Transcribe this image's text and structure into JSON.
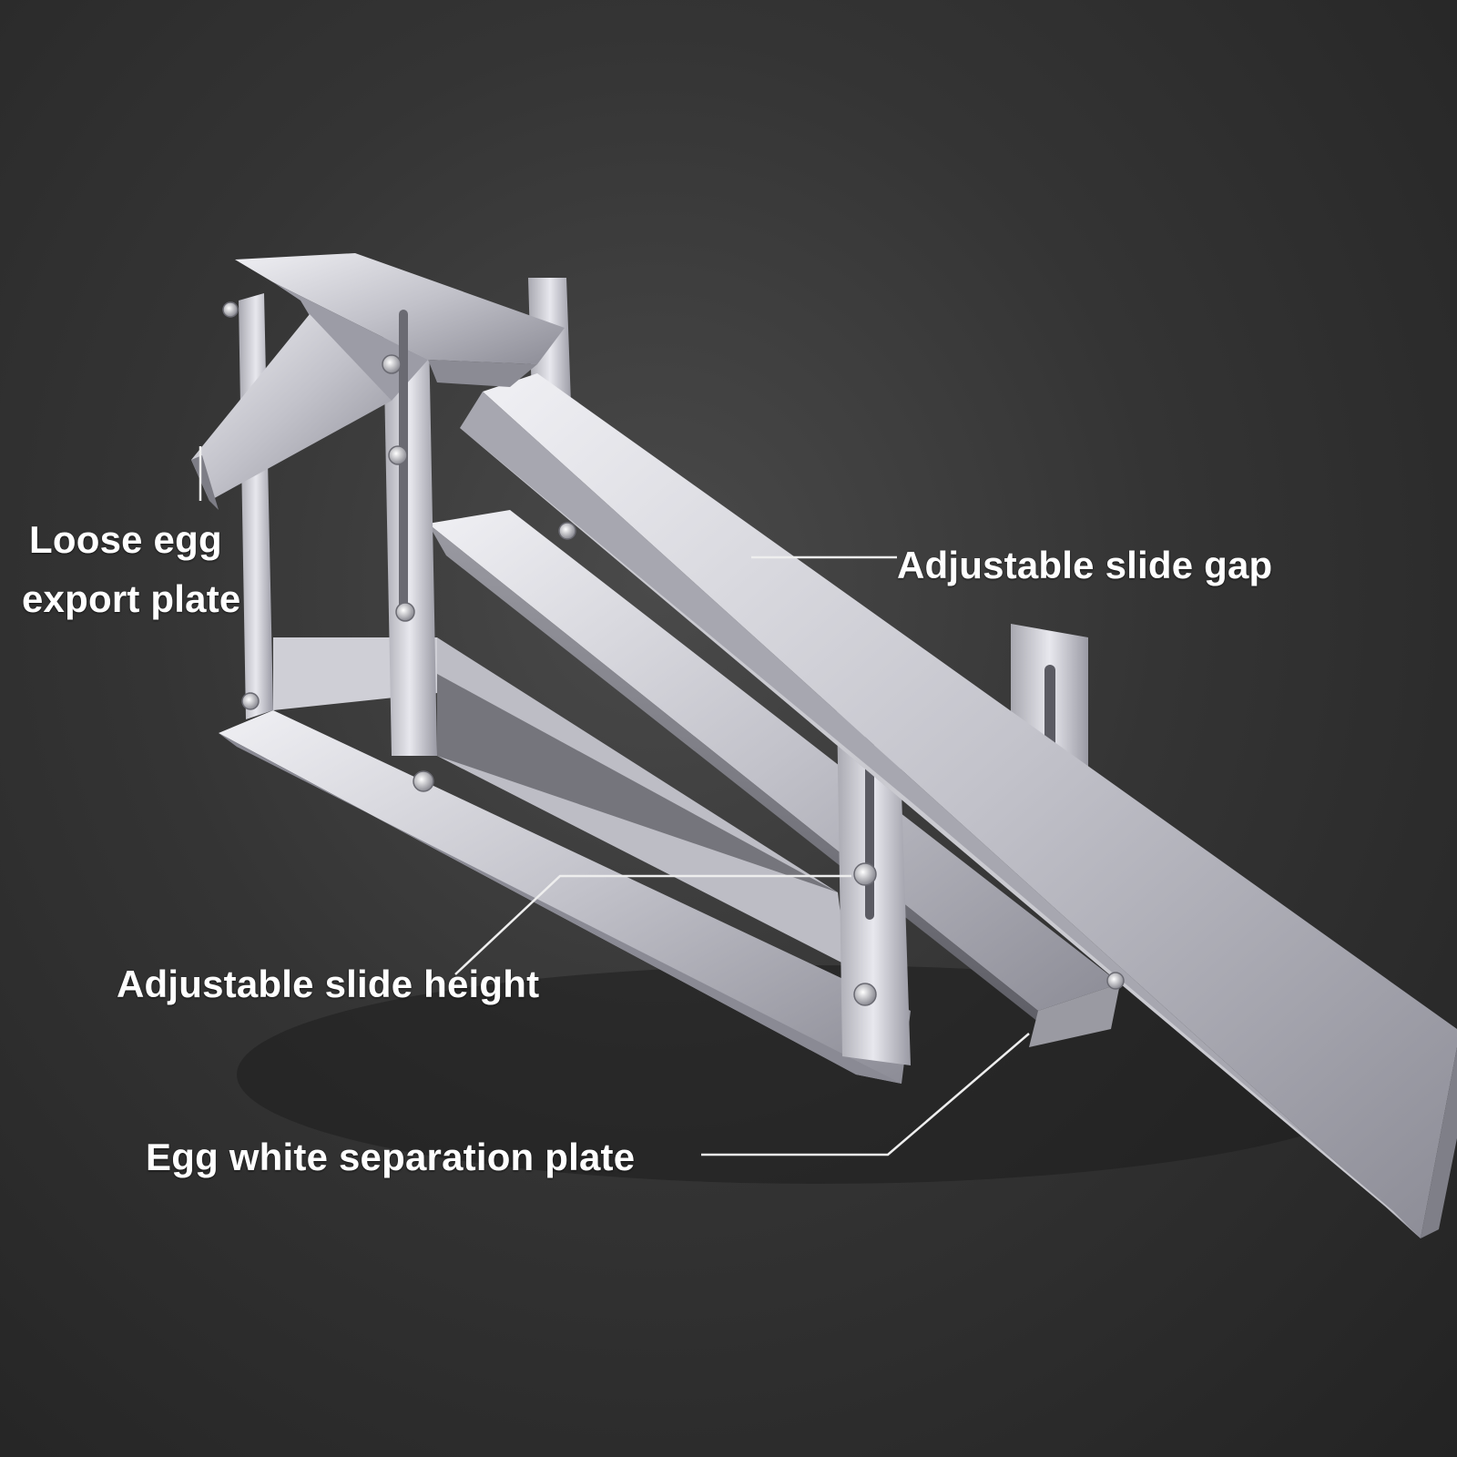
{
  "colors": {
    "background": "#333333",
    "steel_light": "#e4e4ea",
    "steel_mid": "#b4b4bc",
    "steel_dark": "#7a7a84",
    "label_text": "#ffffff",
    "leader_line": "#eeeeee"
  },
  "labels": {
    "loose_egg_export_plate": [
      "Loose egg",
      "export plate"
    ],
    "adjustable_slide_gap": "Adjustable slide gap",
    "adjustable_slide_height": "Adjustable slide height",
    "egg_white_separation_plate": "Egg white separation plate"
  }
}
